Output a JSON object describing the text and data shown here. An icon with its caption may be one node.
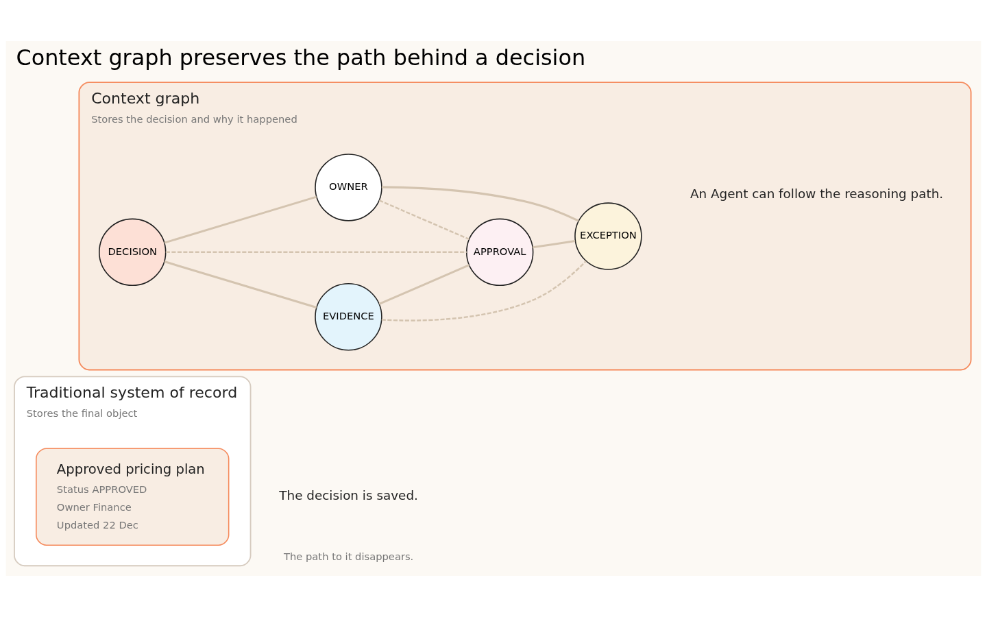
{
  "diagram": {
    "title": "Context graph preserves the path behind a decision",
    "nodes": [
      {
        "text": [
          "Traditional system of record",
          "Stores the final object"
        ]
      },
      {
        "text": [
          "Approved pricing plan",
          "Status APPROVED",
          "Owner Finance",
          "Updated 22 Dec"
        ],
        "in": 0
      },
      {
        "text": [
          "Context graph",
          "Stores the decision and why it happened"
        ]
      },
      {
        "text": [
          "DECISION"
        ],
        "in": 2
      },
      {
        "text": [
          "EVIDENCE"
        ],
        "in": 2
      },
      {
        "text": [
          "APPROVAL"
        ],
        "in": 2
      },
      {
        "text": [
          "EXCEPTION"
        ],
        "in": 2
      },
      {
        "text": [
          "OWNER"
        ],
        "in": 2
      }
    ],
    "edges": [
      {
        "from": 3,
        "to": 4,
        "arrow": "none"
      },
      {
        "from": 4,
        "to": 5,
        "arrow": "none"
      },
      {
        "from": 3,
        "to": 5,
        "arrow": "none",
        "style": "dashed"
      },
      {
        "from": 4,
        "to": 6,
        "arrow": "none",
        "style": "dashed"
      },
      {
        "from": 7,
        "to": 5,
        "arrow": "none",
        "style": "dashed"
      },
      {
        "from": 5,
        "to": 6,
        "arrow": "none"
      },
      {
        "from": 3,
        "to": 7,
        "arrow": "none"
      },
      {
        "from": 7,
        "to": 6,
        "arrow": "none"
      }
    ],
    "labels": [
      "The decision is saved.",
      "The path to it disappears.",
      "An Agent can follow the reasoning path."
    ]
  }
}
